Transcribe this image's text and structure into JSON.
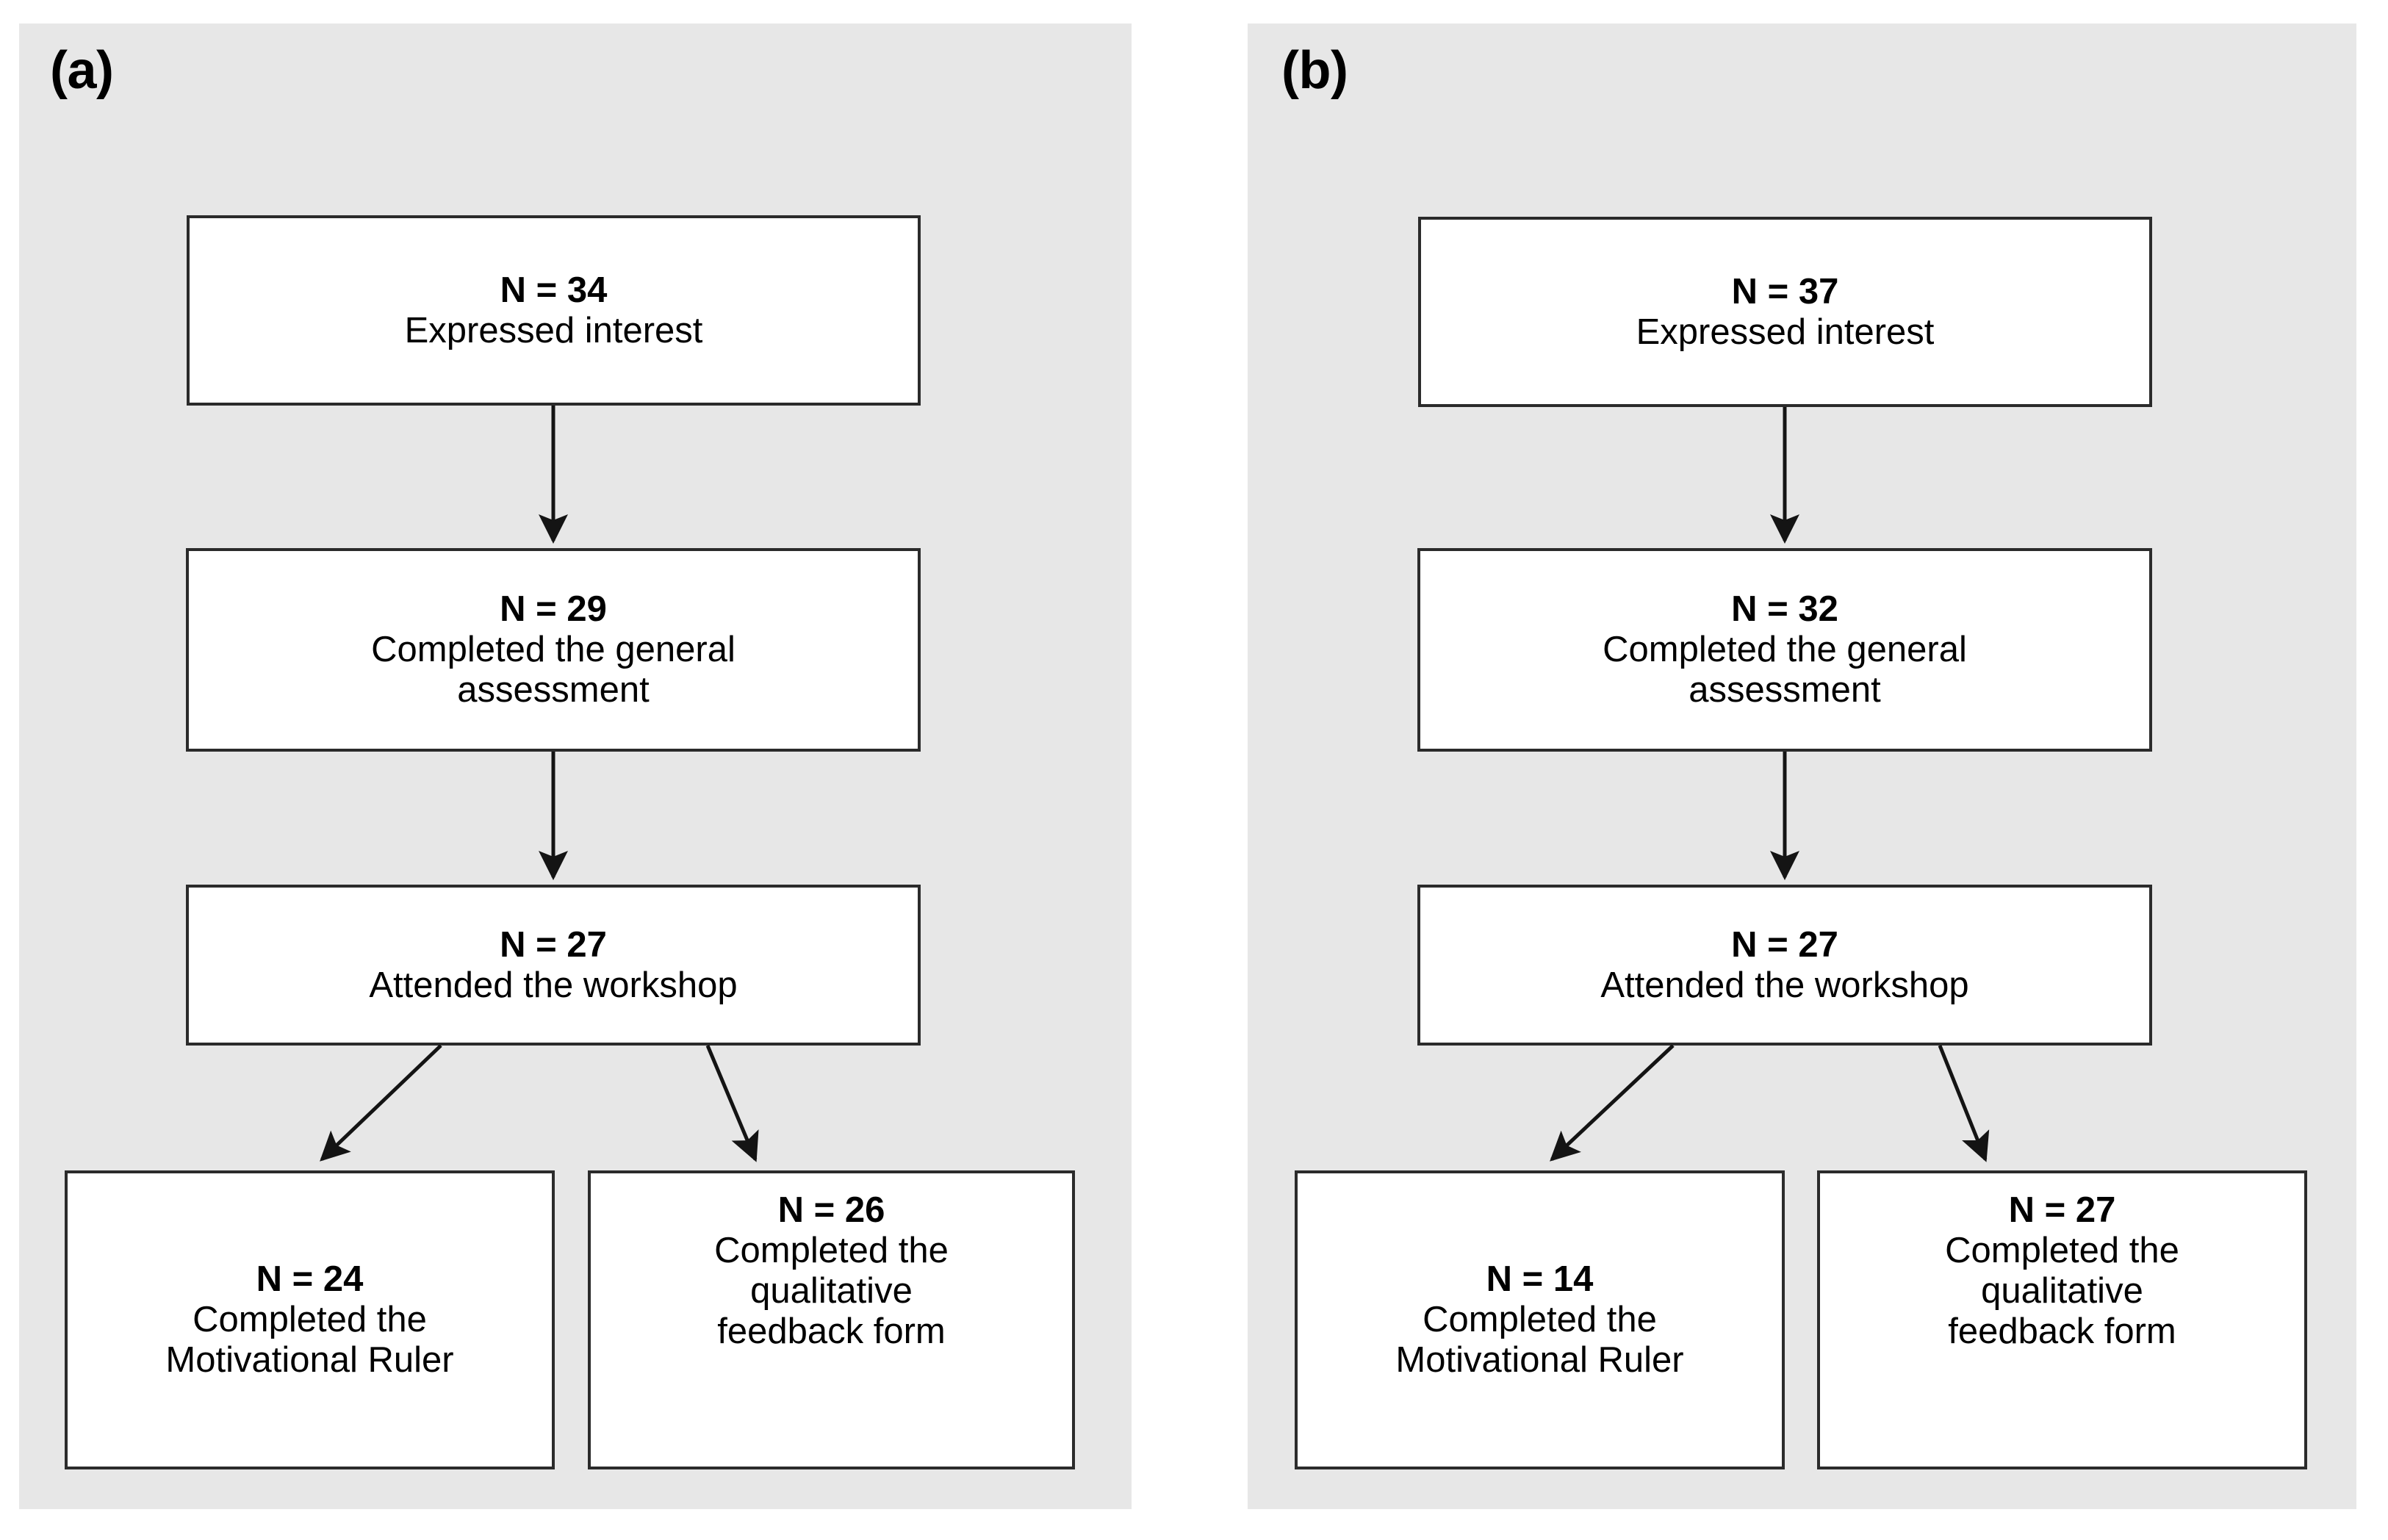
{
  "figure": {
    "type": "flowchart",
    "background_color": "#ffffff",
    "panel_background_color": "#e7e7e7",
    "box_fill_color": "#ffffff",
    "box_border_color": "#2b2b2b",
    "text_color": "#000000"
  },
  "panels": [
    {
      "label": "(a)",
      "nodes": [
        {
          "n": "N = 34",
          "desc": "Expressed interest"
        },
        {
          "n": "N = 29",
          "desc": "Completed the general assessment"
        },
        {
          "n": "N = 27",
          "desc": "Attended the workshop"
        },
        {
          "n": "N = 24",
          "desc": "Completed the Motivational Ruler"
        },
        {
          "n": "N = 26",
          "desc": "Completed the qualitative feedback form"
        }
      ]
    },
    {
      "label": "(b)",
      "nodes": [
        {
          "n": "N = 37",
          "desc": "Expressed interest"
        },
        {
          "n": "N = 32",
          "desc": "Completed the general assessment"
        },
        {
          "n": "N = 27",
          "desc": "Attended the workshop"
        },
        {
          "n": "N = 14",
          "desc": "Completed the Motivational Ruler"
        },
        {
          "n": "N = 27",
          "desc": "Completed the qualitative feedback form"
        }
      ]
    }
  ],
  "node_lines": {
    "a": {
      "n0_l1": "N = 34",
      "n0_l2": "Expressed interest",
      "n1_l1": "N = 29",
      "n1_l2": "Completed the general",
      "n1_l3": "assessment",
      "n2_l1": "N = 27",
      "n2_l2": "Attended the workshop",
      "n3_l1": "N = 24",
      "n3_l2": "Completed the",
      "n3_l3": "Motivational Ruler",
      "n4_l1": "N = 26",
      "n4_l2": "Completed the",
      "n4_l3": "qualitative",
      "n4_l4": "feedback form"
    },
    "b": {
      "n0_l1": "N = 37",
      "n0_l2": "Expressed interest",
      "n1_l1": "N = 32",
      "n1_l2": "Completed the general",
      "n1_l3": "assessment",
      "n2_l1": "N = 27",
      "n2_l2": "Attended the workshop",
      "n3_l1": "N = 14",
      "n3_l2": "Completed the",
      "n3_l3": "Motivational Ruler",
      "n4_l1": "N = 27",
      "n4_l2": "Completed the",
      "n4_l3": "qualitative",
      "n4_l4": "feedback form"
    }
  },
  "panel_labels": {
    "a": "(a)",
    "b": "(b)"
  }
}
